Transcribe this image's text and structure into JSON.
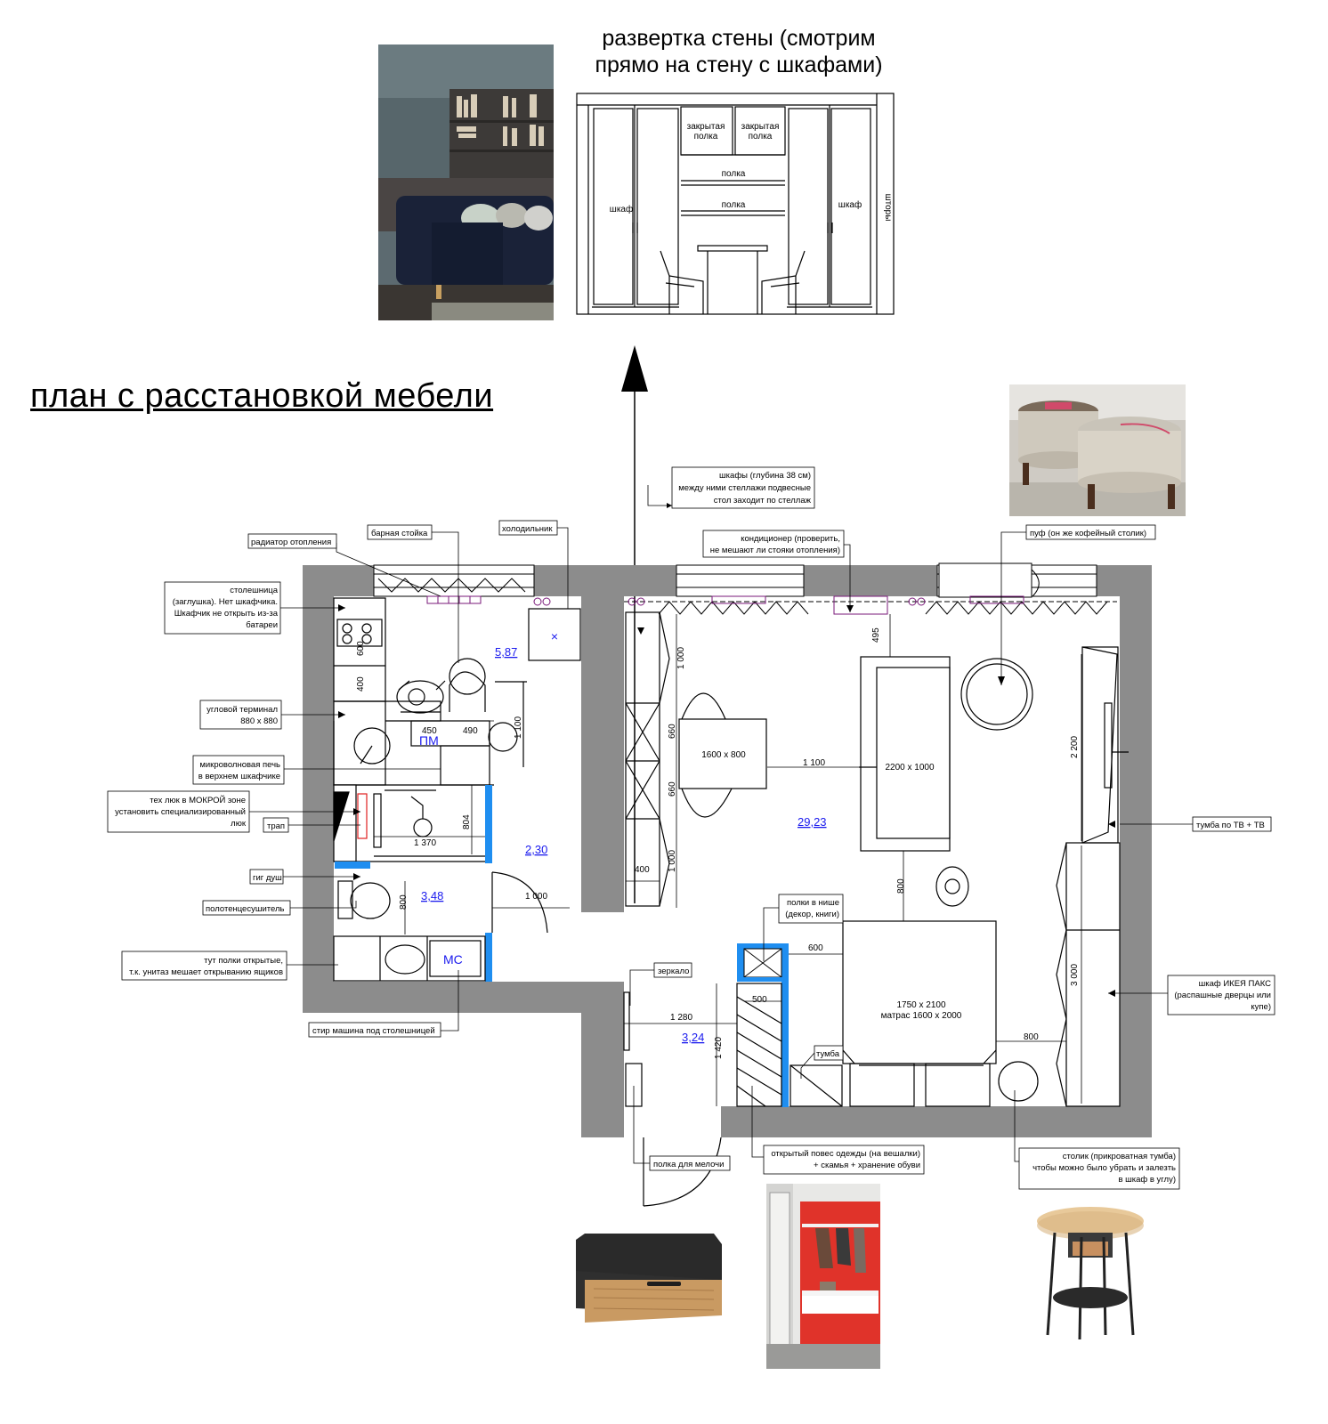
{
  "page_title": "план с расстановкой мебели",
  "elevation": {
    "title_line1": "развертка стены (смотрим",
    "title_line2": "прямо на стену с шкафами)",
    "labels": {
      "closed_shelf_l1": "закрытая",
      "closed_shelf_l2": "полка",
      "shelf": "полка",
      "wardrobe": "шкаф",
      "curtains": "шторы"
    }
  },
  "callouts": {
    "cabinets": [
      "шкафы (глубина 38 см)",
      "между ними стеллажи подвесные",
      "стол заходит по стеллаж"
    ],
    "radiator": [
      "радиатор отопления"
    ],
    "bar": [
      "барная стойка"
    ],
    "fridge": [
      "холодильник"
    ],
    "ac": [
      "кондиционер (проверить,",
      "не мешают ли стояки отопления)"
    ],
    "pouf": [
      "пуф (он же кофейный столик)"
    ],
    "countertop": [
      "столешница",
      "(заглушка). Нет шкафчика.",
      "Шкафчик не открыть из-за",
      "батареи"
    ],
    "corner": [
      "угловой терминал",
      "880 х 880"
    ],
    "microwave": [
      "микроволновая печь",
      "в верхнем шкафчике"
    ],
    "hatch": [
      "тех люк в МОКРОЙ зоне",
      "установить специализированный",
      "люк"
    ],
    "drain": [
      "трап"
    ],
    "shower": [
      "гиг душ"
    ],
    "towel": [
      "полотенцесушитель"
    ],
    "open_shelves": [
      "тут полки открытые,",
      "т.к. унитаз мешает открыванию ящиков"
    ],
    "washer": [
      "стир машина под столешницей"
    ],
    "mirror": [
      "зеркало"
    ],
    "niche": [
      "полки в нише",
      "(декор, книги)"
    ],
    "tv": [
      "тумба по ТВ + ТВ"
    ],
    "ikea": [
      "шкаф ИКЕЯ ПАКС",
      "(распашные дверцы или",
      "купе)"
    ],
    "small_shelf": [
      "полка для мелочи"
    ],
    "hanging": [
      "открытый повес одежды (на вешалки)",
      "+ скамья + хранение обуви"
    ],
    "side_table": [
      "столик (прикроватная тумба)",
      "чтобы можно было убрать и залезть",
      "в шкаф в углу)"
    ]
  },
  "areas": {
    "kitchen": "5,87",
    "bath": "2,30",
    "wc": "3,48",
    "main": "29,23",
    "hall": "3,24"
  },
  "plan_labels": {
    "pm": "ПМ",
    "ms": "МС",
    "table": "1600 х 800",
    "sofa": "2200 х 1000",
    "bed_l1": "1750 х 2100",
    "bed_l2": "матрас 1600 х 2000",
    "nightstand": "тумба"
  },
  "dimensions": {
    "d600": "600",
    "d400a": "400",
    "d450": "450",
    "d490": "490",
    "d1100v": "1 100",
    "d804": "804",
    "d1370": "1 370",
    "d800a": "800",
    "d1000d": "1 000",
    "d1000t": "1 000",
    "d660a": "660",
    "d660b": "660",
    "d1000b": "1 000",
    "d400b": "400",
    "d1100h": "1 100",
    "d495": "495",
    "d800b": "800",
    "d2200": "2 200",
    "d3000": "3 000",
    "d600b": "600",
    "d500": "500",
    "d1280": "1 280",
    "d1420": "1 420",
    "d800c": "800"
  },
  "colors": {
    "wall": "#8c8c8c",
    "accent_blue": "#1f8ef0",
    "area_text": "#1a1aee",
    "hatch_red": "#e02020",
    "magenta": "#7a1a7a"
  }
}
